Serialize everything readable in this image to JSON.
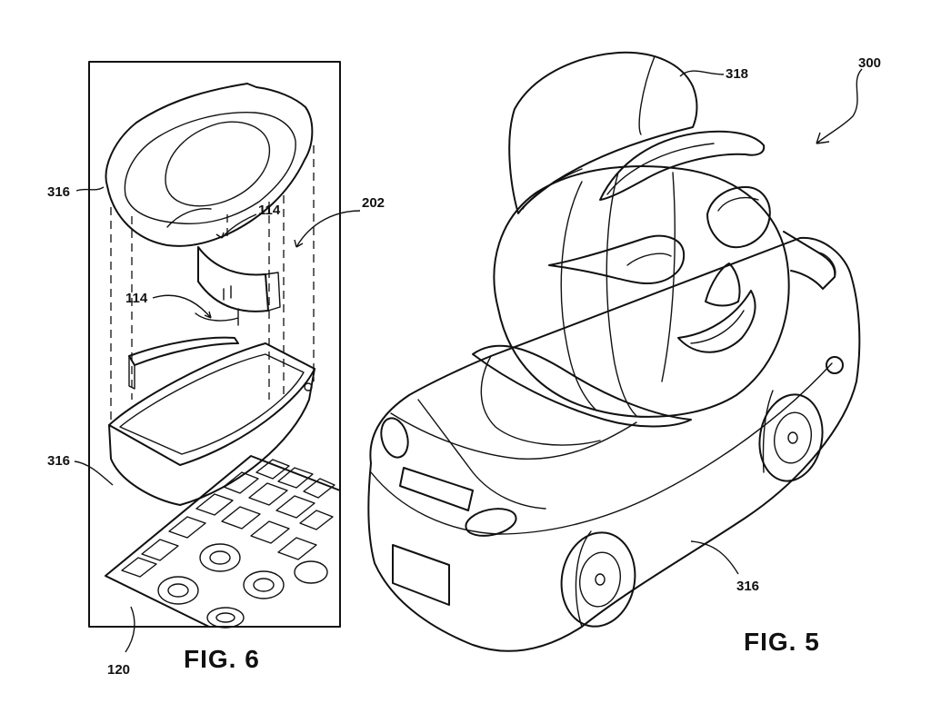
{
  "figures": {
    "fig6": {
      "caption": "FIG. 6",
      "labels": {
        "lid": "316",
        "base": "316",
        "divider_upper": "114",
        "divider_lower": "114",
        "insert": "202",
        "sheet": "120"
      }
    },
    "fig5": {
      "caption": "FIG. 5",
      "labels": {
        "assembly": "300",
        "hat": "318",
        "body": "316"
      }
    }
  }
}
